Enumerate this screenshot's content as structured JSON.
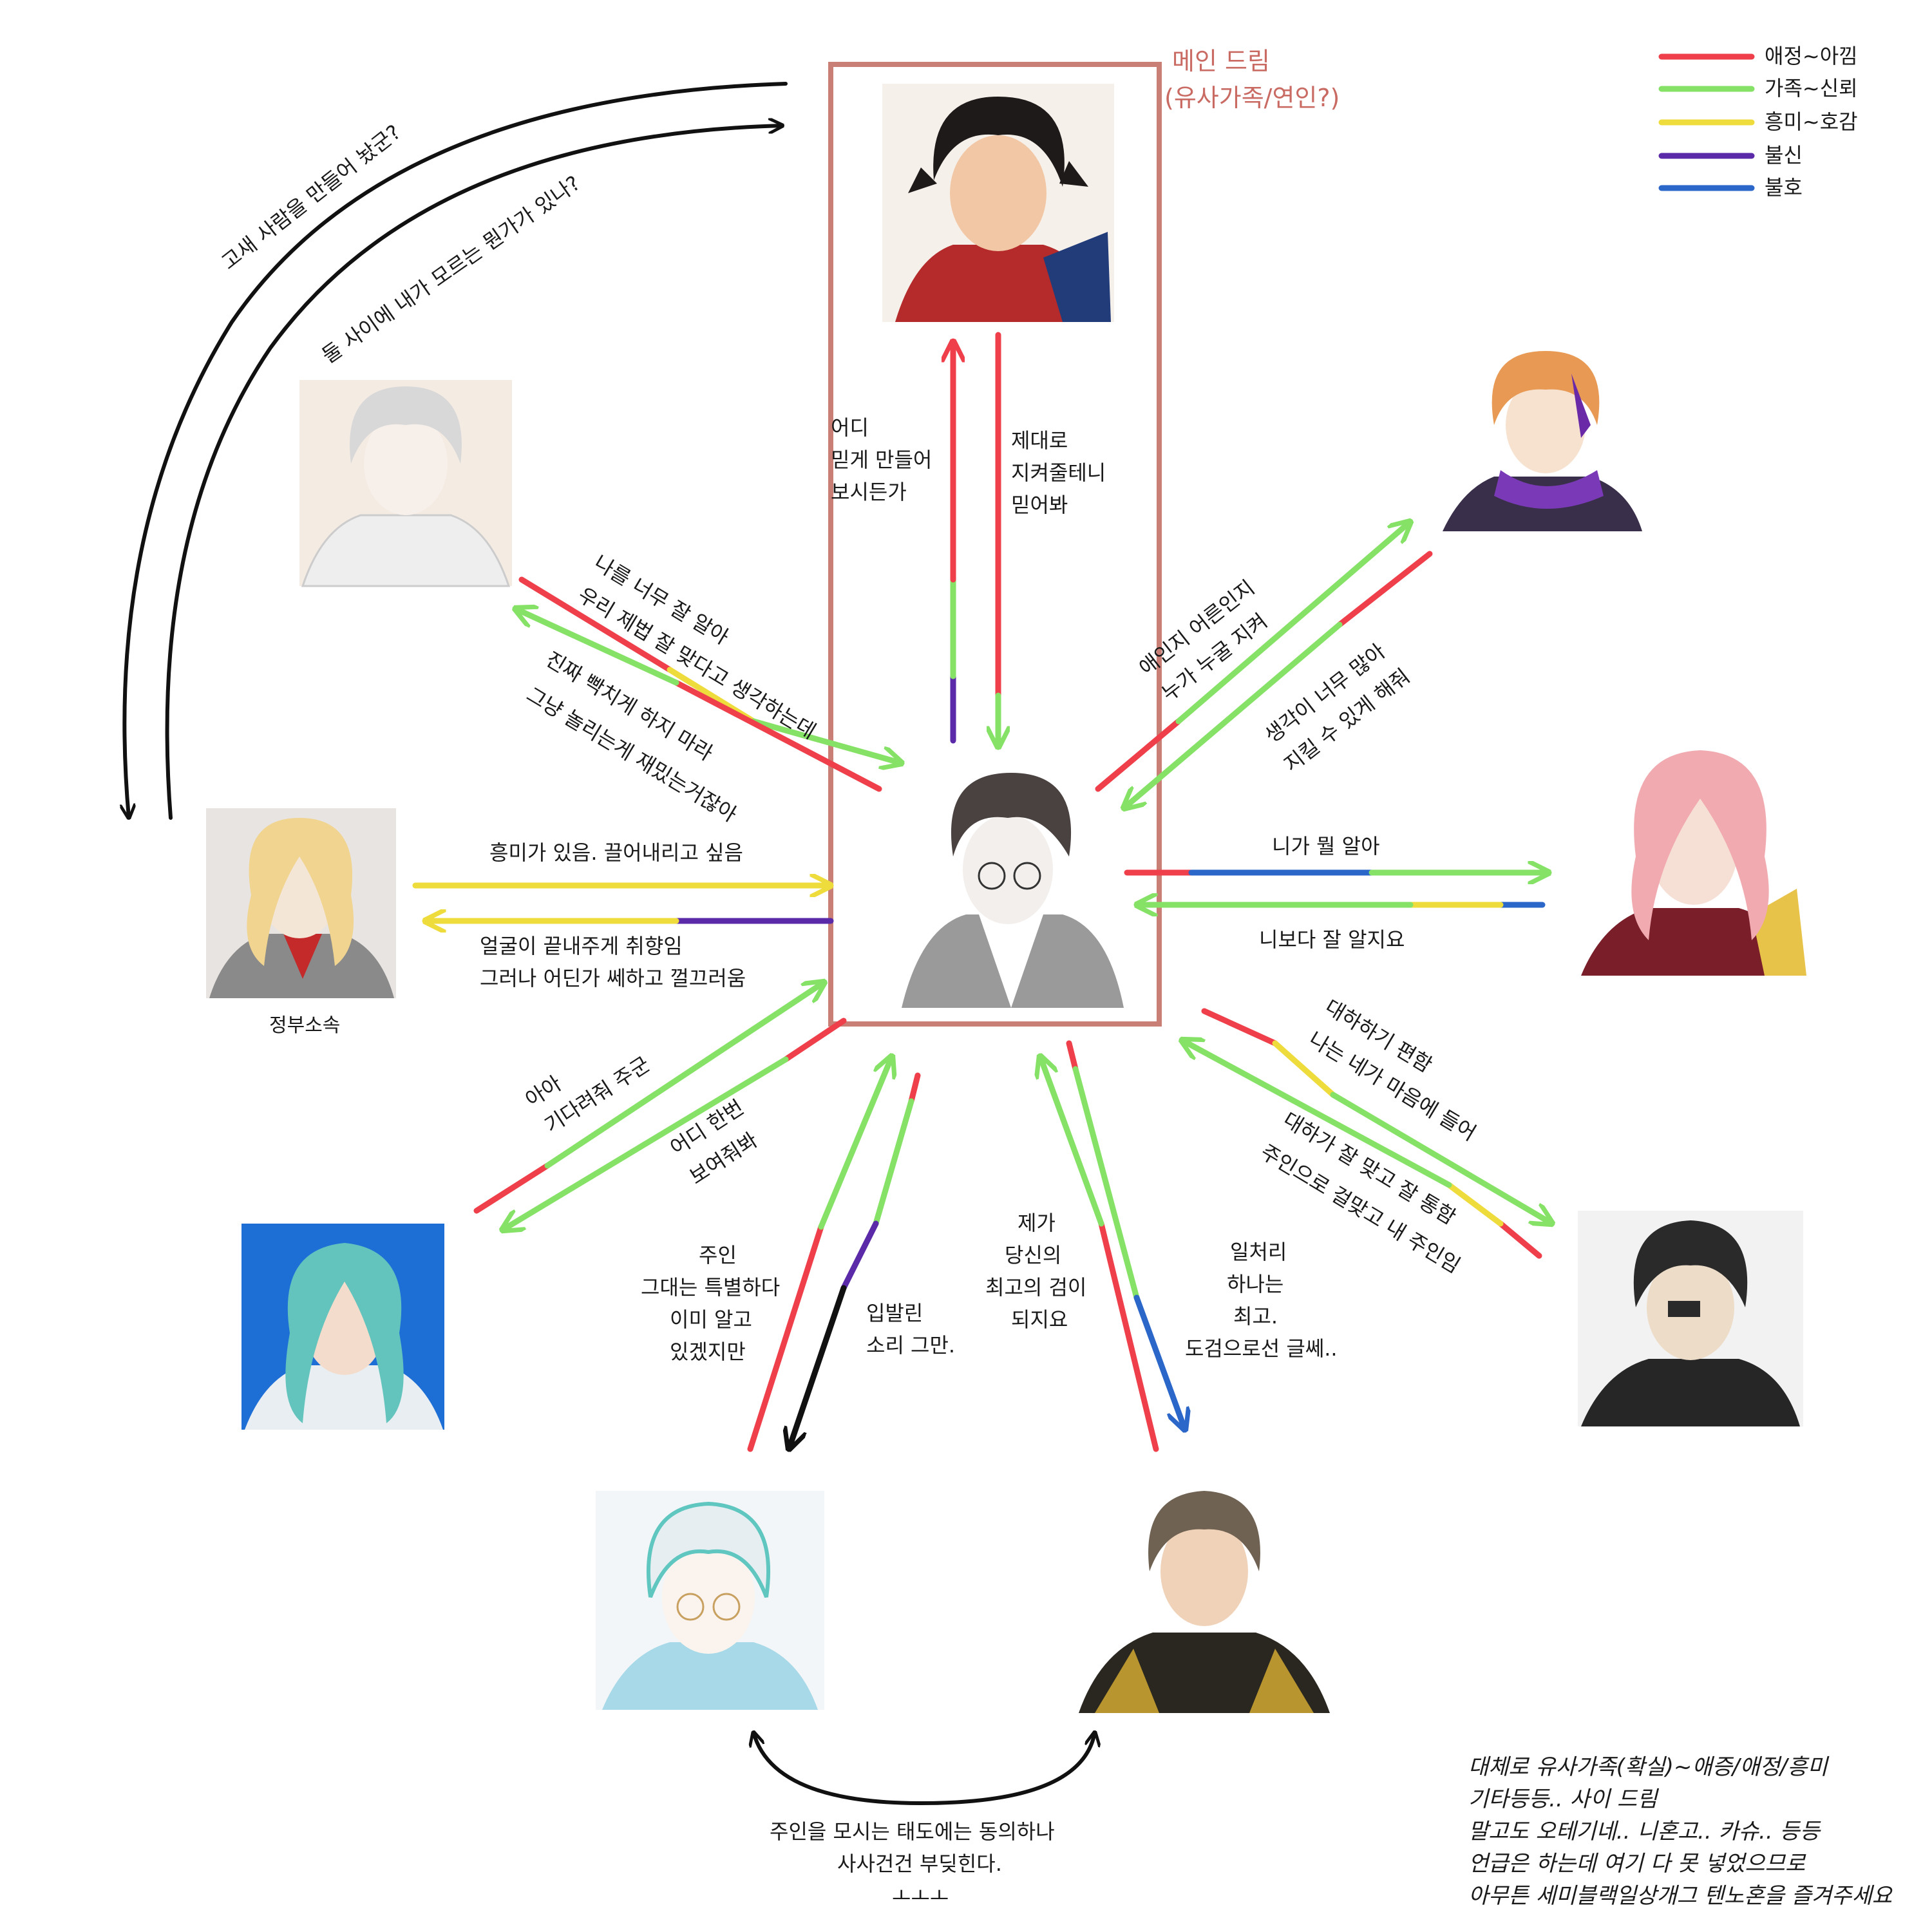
{
  "main_dream": {
    "label_line1": "메인 드림",
    "label_line2": "(유사가족/연인?)"
  },
  "legend": [
    {
      "label": "애정~아낌",
      "color": "#ef3f4a"
    },
    {
      "label": "가족~신뢰",
      "color": "#86e266"
    },
    {
      "label": "흥미~호감",
      "color": "#eedc3c"
    },
    {
      "label": "불신",
      "color": "#5a2aa8"
    },
    {
      "label": "불호",
      "color": "#2b66c9"
    }
  ],
  "characters": {
    "top": {
      "name": ""
    },
    "center": {
      "name": ""
    },
    "upper_left": {
      "name": ""
    },
    "left": {
      "name": "",
      "caption": "정부소속"
    },
    "lower_left": {
      "name": ""
    },
    "bottom_left": {
      "name": ""
    },
    "bottom_right": {
      "name": ""
    },
    "lower_right": {
      "name": ""
    },
    "right": {
      "name": ""
    },
    "upper_right": {
      "name": ""
    }
  },
  "relations": {
    "top_to_center": [
      "제대로",
      "지켜줄테니",
      "믿어봐"
    ],
    "center_to_top": [
      "어디",
      "믿게 만들어",
      "보시든가"
    ],
    "upperleft_to_center": [
      "나를 너무 잘 알아",
      "우리 제법 잘 맞다고 생각하는데"
    ],
    "center_to_upperleft": [
      "진짜 빡치게 하지 마라",
      "그냥 놀리는게 재밌는거잖아"
    ],
    "left_to_center": [
      "흥미가 있음. 끌어내리고 싶음"
    ],
    "center_to_left": [
      "얼굴이 끝내주게 취향임",
      "그러나 어딘가 쎄하고 껄끄러움"
    ],
    "lowerleft_to_center": [
      "아아",
      "기다려줘 주군"
    ],
    "center_to_lowerleft": [
      "어디 한번",
      "보여줘봐"
    ],
    "bottomleft_to_center": [
      "주인",
      "그대는 특별하다",
      "이미 알고",
      "있겠지만"
    ],
    "center_to_bottomleft": [
      "입발린",
      "소리 그만."
    ],
    "bottomright_to_center": [
      "제가",
      "당신의",
      "최고의 검이",
      "되지요"
    ],
    "center_to_bottomright": [
      "일처리",
      "하나는",
      "최고.",
      "도검으로선 글쎄.."
    ],
    "center_to_lowerright": [
      "대하하기 편함",
      "나는 네가 마음에 들어"
    ],
    "lowerright_to_center": [
      "대하가 잘 맞고 잘 통함",
      "주인으로 걸맞고 내 주인임"
    ],
    "center_to_right": [
      "니가 뭘 알아"
    ],
    "right_to_center": [
      "니보다 잘 알지요"
    ],
    "center_to_upperright": [
      "애인지 어른인지",
      "누가 누굴 지켜"
    ],
    "upperright_to_center": [
      "생각이 너무 많아",
      "지킬 수 있게 해줘"
    ],
    "upperleft_to_top_a": [
      "고새 사람을 만들어 놨군?"
    ],
    "upperleft_to_top_b": [
      "둘 사이에 내가 모르는 뭔가가 있나?"
    ],
    "bottom_pair": [
      "주인을 모시는 태도에는 동의하나",
      "사사건건 부딪힌다.",
      "ㅗㅗㅗ"
    ]
  },
  "footnote": [
    "대체로 유사가족(확실)~애증/애정/흥미",
    "기타등등.. 사이 드림",
    "말고도 오테기네.. 니혼고.. 카슈.. 등등",
    "언급은 하는데 여기 다 못 넣었으므로",
    "아무튼 세미블랙일상개그 텐노혼을 즐겨주세요"
  ]
}
